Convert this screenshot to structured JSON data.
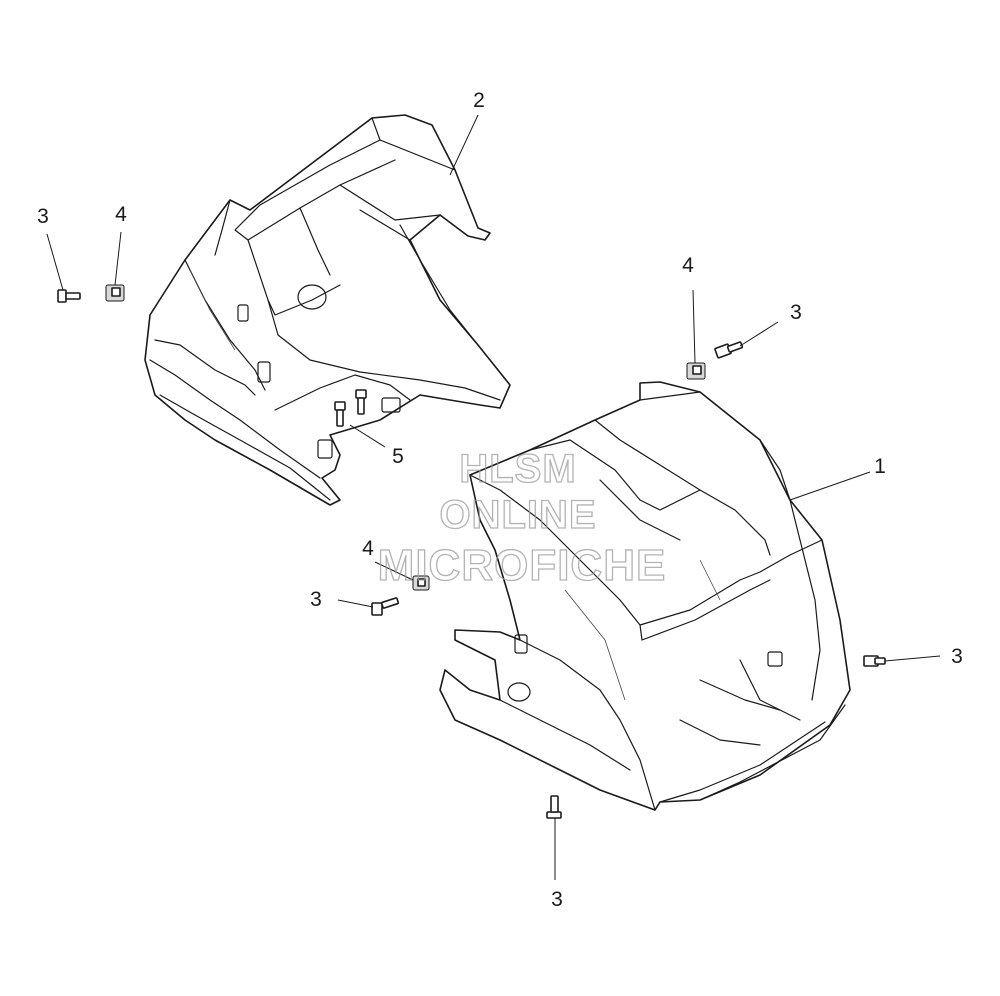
{
  "watermark": {
    "line1": "HLSM",
    "line2": "ONLINE",
    "line3": "MICROFICHE"
  },
  "callouts": [
    {
      "id": "c-2",
      "text": "2"
    },
    {
      "id": "c-3-tl",
      "text": "3"
    },
    {
      "id": "c-4-tl",
      "text": "4"
    },
    {
      "id": "c-4-tr",
      "text": "4"
    },
    {
      "id": "c-3-tr",
      "text": "3"
    },
    {
      "id": "c-5",
      "text": "5"
    },
    {
      "id": "c-1",
      "text": "1"
    },
    {
      "id": "c-4-ml",
      "text": "4"
    },
    {
      "id": "c-3-ml",
      "text": "3"
    },
    {
      "id": "c-3-r",
      "text": "3"
    },
    {
      "id": "c-3-b",
      "text": "3"
    }
  ]
}
